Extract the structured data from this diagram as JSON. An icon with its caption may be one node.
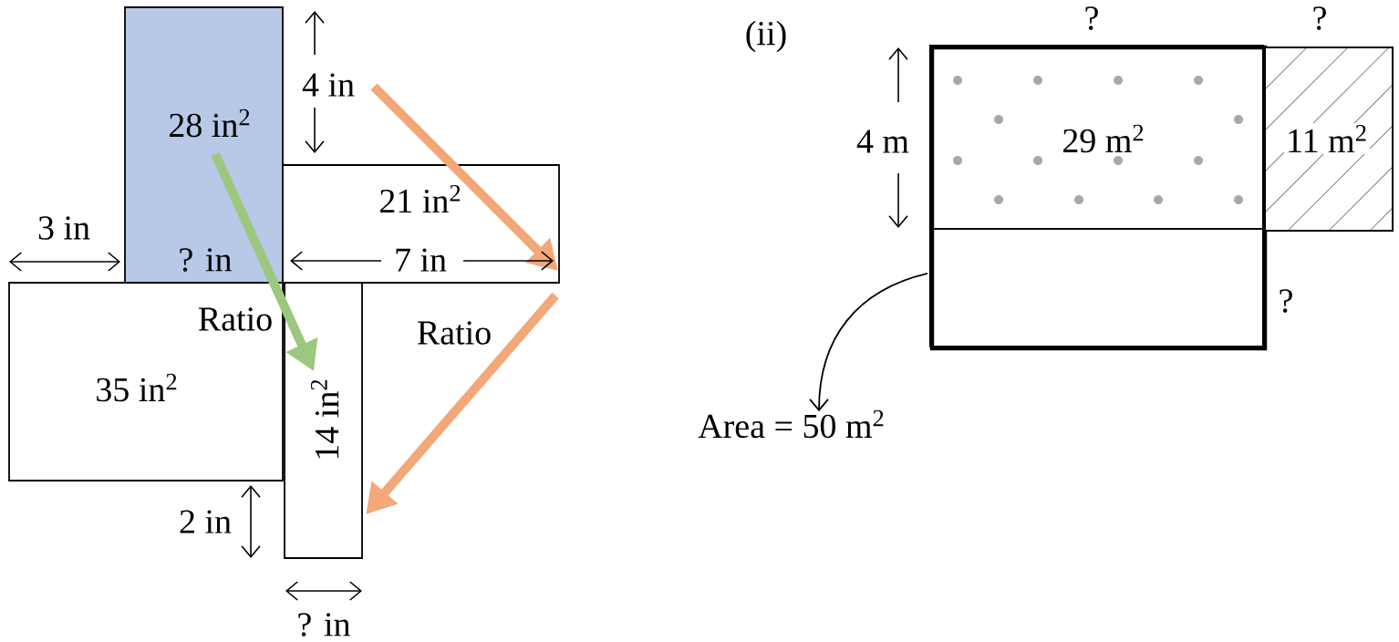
{
  "diagram": {
    "nodes": [
      {
        "text": [
          "28 in$^{2}$"
        ]
      },
      {
        "text": [
          "21 in$^{2}$"
        ]
      },
      {
        "text": [
          "35 in$^{2}$"
        ]
      },
      {
        "text": [
          "14 in$^{2}$"
        ]
      },
      {
        "text": [],
        "shape": "box"
      },
      {
        "text": [
          "29 m$^{2}$"
        ],
        "in": 4
      },
      {
        "text": [
          "11 m$^{2}$"
        ]
      },
      {
        "text": [],
        "shape": "box",
        "in": 4
      },
      {
        "text": [
          "Area = 50 m$^{2}$"
        ]
      }
    ],
    "edges": [
      {
        "from": 0,
        "to": 3,
        "arrow": "to",
        "label": "Ratio",
        "color": "#9cc77e"
      },
      {
        "from": null,
        "to": 1,
        "arrow": "to",
        "color": "#f2a878"
      },
      {
        "from": 1,
        "to": 3,
        "arrow": "to",
        "label": "Ratio",
        "color": "#f2a878"
      },
      {
        "from": 7,
        "to": 8,
        "arrow": "to",
        "color": "#000000"
      }
    ],
    "labels": [
      "?",
      "?",
      "(ii)",
      "4 in",
      "4 m",
      "3 in",
      "? in",
      "7 in",
      "?",
      "2 in",
      "? in"
    ]
  }
}
